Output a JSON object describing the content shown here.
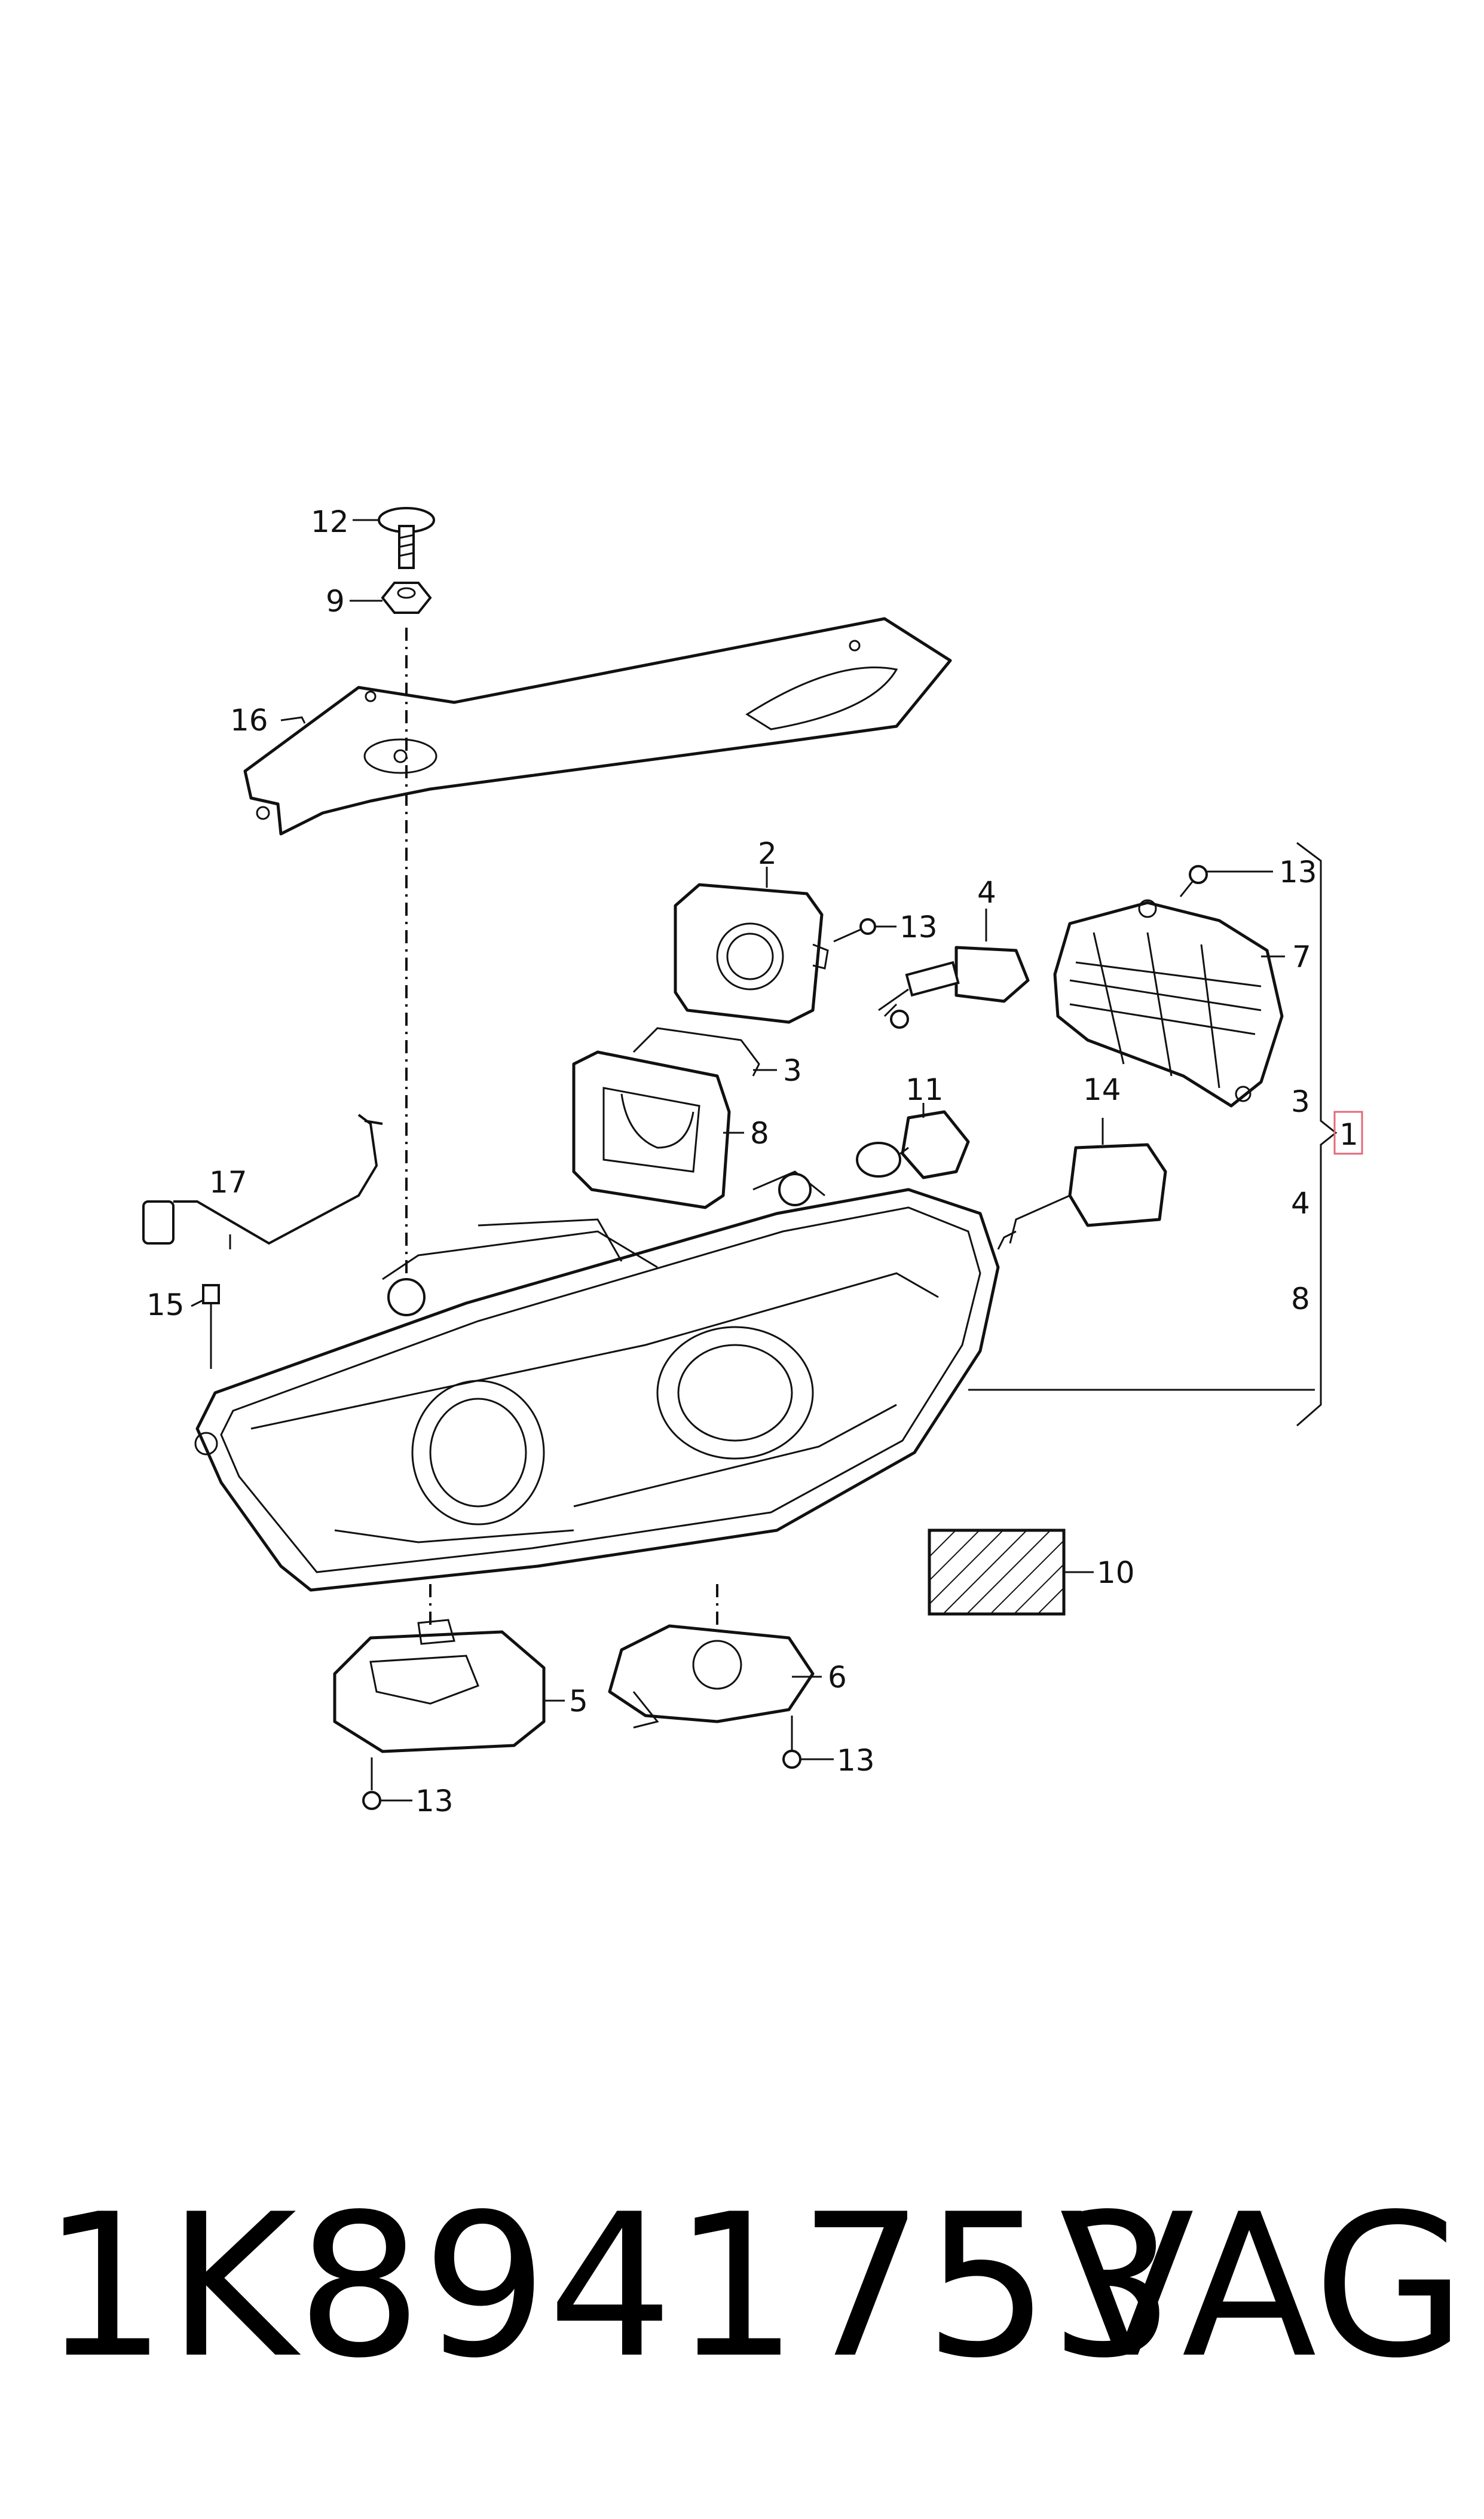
{
  "footer": {
    "part_number": "1K8941753",
    "brand": "VAG"
  },
  "callouts": {
    "c12": "12",
    "c9": "9",
    "c16": "16",
    "c2": "2",
    "c13a": "13",
    "c4": "4",
    "c13b": "13",
    "c7": "7",
    "c3a": "3",
    "c8a": "8",
    "c11": "11",
    "c14": "14",
    "c17": "17",
    "c15": "15",
    "c1": "1",
    "c3b": "3",
    "c4b": "4",
    "c8b": "8",
    "c10": "10",
    "c6": "6",
    "c5": "5",
    "c13c": "13",
    "c13d": "13"
  },
  "colors": {
    "line": "#111111",
    "highlight_box": "#e06b7a"
  }
}
